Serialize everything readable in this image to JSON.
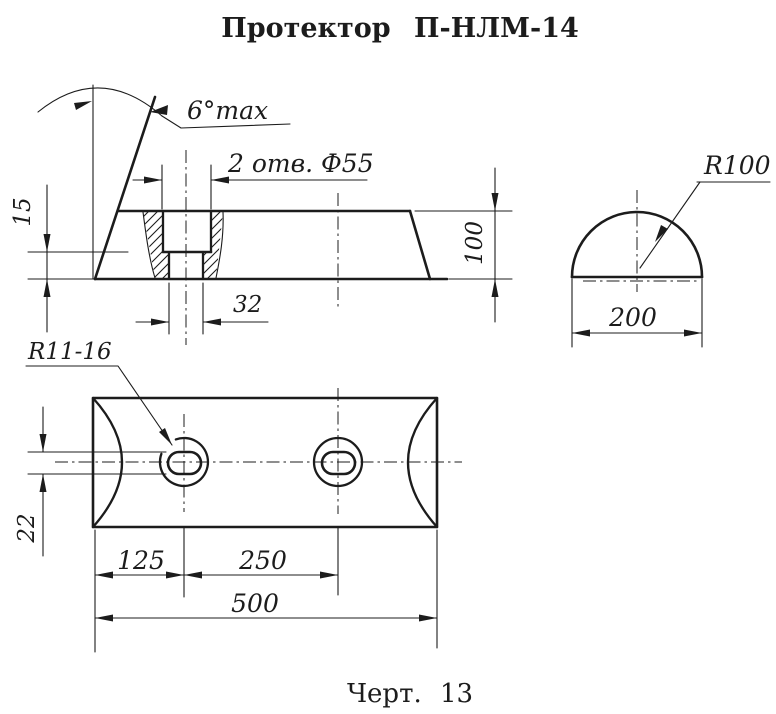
{
  "title": "Протектор П-НЛМ-14",
  "caption": "Черт. 13",
  "colors": {
    "ink": "#1c1c1c",
    "paper": "#ffffff"
  },
  "side_view": {
    "angle_label": "6°max",
    "holes_note": "2 отв. Ф55",
    "dim_counterbore_depth": "15",
    "dim_height": "100",
    "dim_hole_width": "32"
  },
  "end_view": {
    "radius_label": "R100",
    "dim_width": "200"
  },
  "plan_view": {
    "slot_radius_label": "R11-16",
    "dim_slot_width": "22",
    "dim_end_offset": "125",
    "dim_hole_spacing": "250",
    "dim_length": "500"
  }
}
